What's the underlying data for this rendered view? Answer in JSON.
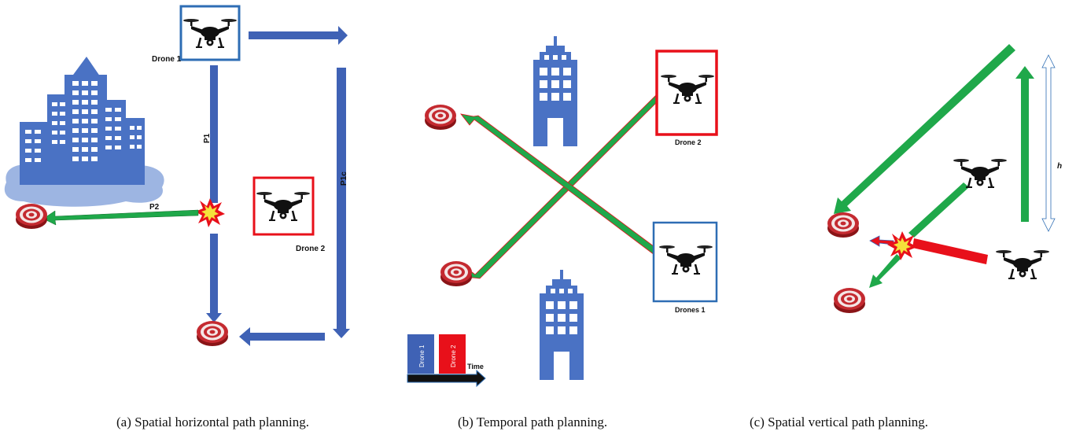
{
  "panels": [
    {
      "caption": "(a) Spatial horizontal path planning.",
      "labels": {
        "drone1": "Drone 1",
        "drone2": "Drone 2",
        "p1": "P1",
        "p2": "P2",
        "p1c": "P1c"
      }
    },
    {
      "caption": "(b) Temporal path planning.",
      "labels": {
        "drone2": "Drone 2",
        "drones1": "Drones 1",
        "time": "Time",
        "bar1": "Drone 1",
        "bar2": "Drone 2"
      }
    },
    {
      "caption": "(c) Spatial vertical path planning.",
      "labels": {
        "h": "h"
      }
    }
  ],
  "colors": {
    "route_blue": "#3f62b5",
    "alternate_green": "#1fa84a",
    "conflict_red": "#e8101a",
    "drone1_frame": "#2e6db4",
    "drone2_frame": "#e8101a",
    "building": "#4a72c4",
    "cloud": "#9db5e2",
    "target_red": "#c42a30"
  },
  "icons": [
    "drone-icon",
    "target-icon",
    "explosion-icon",
    "building-icon",
    "city-icon"
  ]
}
